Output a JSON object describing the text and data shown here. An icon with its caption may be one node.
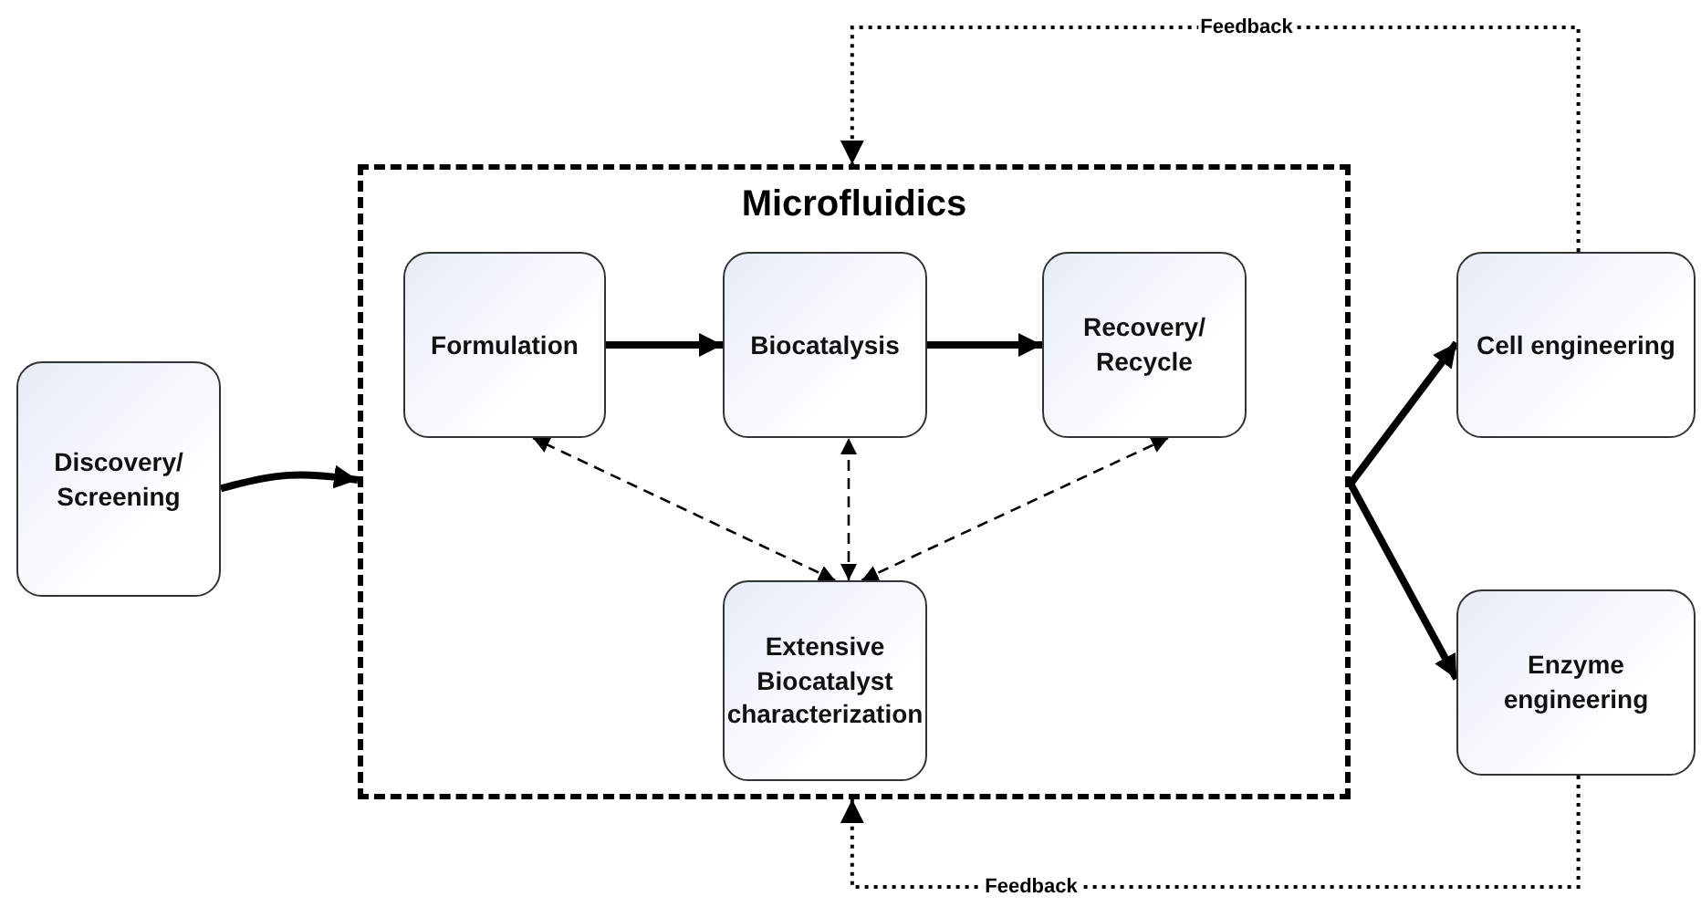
{
  "diagram": {
    "nodes": [
      {
        "text": [
          "Microfluidics"
        ]
      },
      {
        "text": [
          "Formulation"
        ],
        "in": 0
      },
      {
        "text": [
          "Biocatalysis"
        ],
        "in": 0
      },
      {
        "text": [
          "Recovery/ Recycle"
        ],
        "in": 0
      },
      {
        "text": [
          "Extensive Biocatalyst characterization"
        ],
        "in": 0
      },
      {
        "text": [
          "Discovery/ Screening"
        ]
      },
      {
        "text": [
          "Cell engineering"
        ]
      },
      {
        "text": [
          "Enzyme engineering"
        ]
      }
    ],
    "edges": [
      {
        "from": 5,
        "to": 0,
        "arrow": "to",
        "style": "thick"
      },
      {
        "from": 1,
        "to": 2,
        "arrow": "to",
        "style": "thick"
      },
      {
        "from": 2,
        "to": 3,
        "arrow": "to",
        "style": "thick"
      },
      {
        "from": 4,
        "to": 1,
        "arrow": "both",
        "style": "dashed"
      },
      {
        "from": 4,
        "to": 2,
        "arrow": "both",
        "style": "dashed"
      },
      {
        "from": 4,
        "to": 3,
        "arrow": "both",
        "style": "dashed"
      },
      {
        "from": 0,
        "to": 6,
        "arrow": "to",
        "style": "thick"
      },
      {
        "from": 0,
        "to": 7,
        "arrow": "to",
        "style": "thick"
      },
      {
        "from": 6,
        "to": 0,
        "arrow": "to",
        "label": "Feedback",
        "style": "dashed"
      },
      {
        "from": 7,
        "to": 0,
        "arrow": "to",
        "label": "Feedback",
        "style": "dashed"
      }
    ]
  }
}
